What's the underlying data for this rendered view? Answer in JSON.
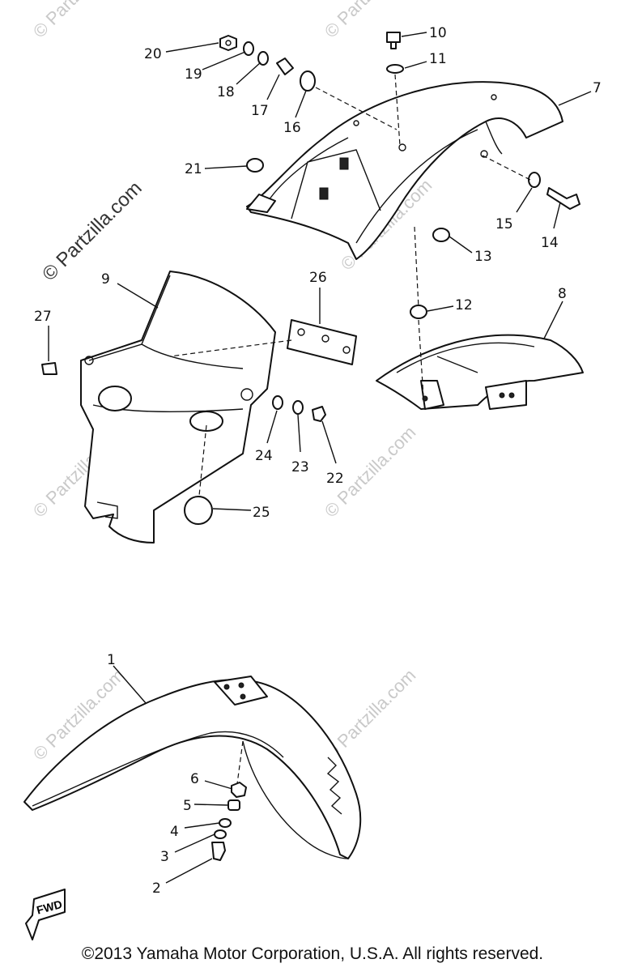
{
  "watermark": {
    "small": "© Partzilla.com",
    "large": "© Partzilla.com"
  },
  "callouts": [
    "1",
    "2",
    "3",
    "4",
    "5",
    "6",
    "7",
    "8",
    "9",
    "10",
    "11",
    "12",
    "13",
    "14",
    "15",
    "16",
    "17",
    "18",
    "19",
    "20",
    "21",
    "22",
    "23",
    "24",
    "25",
    "26",
    "27"
  ],
  "fwd_label": "FWD",
  "copyright": "©2013 Yamaha Motor Corporation, U.S.A. All rights reserved."
}
